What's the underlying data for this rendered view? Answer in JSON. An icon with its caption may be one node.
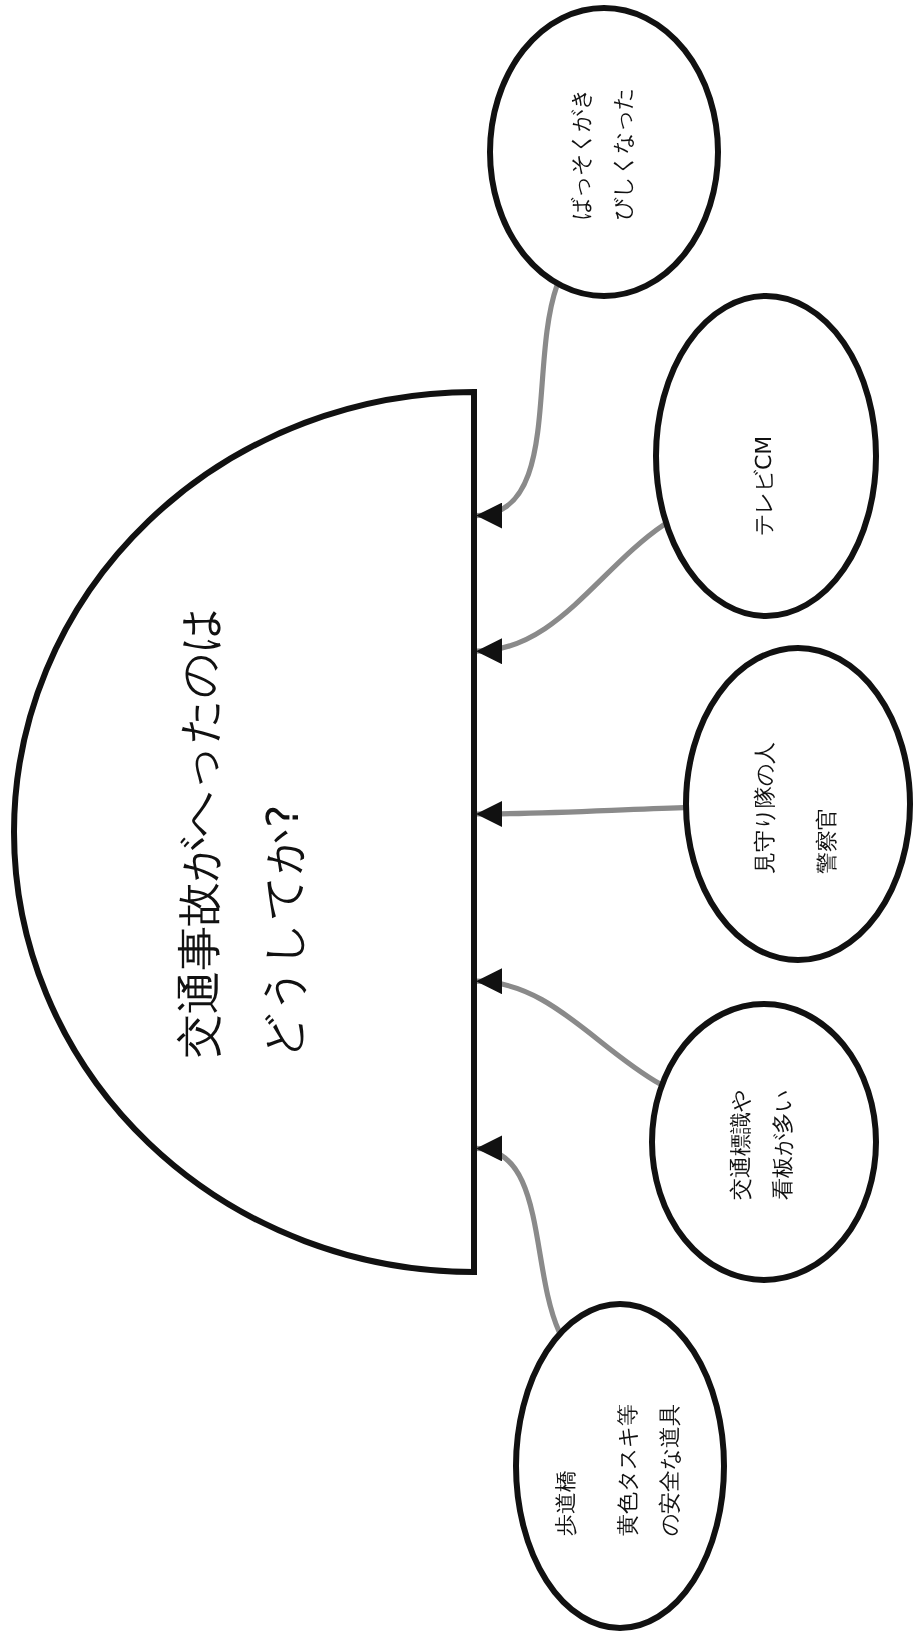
{
  "diagram": {
    "nodes": [
      {
        "text": [
          "交通事故がへったのはどうしてか?"
        ]
      },
      {
        "text": [
          "ばっそくがきびしくなった"
        ]
      },
      {
        "text": [
          "テレビCM"
        ]
      },
      {
        "text": [
          "見守り隊の人",
          "警察官"
        ]
      },
      {
        "text": [
          "交通標識や看板が多い"
        ]
      },
      {
        "text": [
          "歩道橋",
          "黄色タスキ等の安全な道具"
        ]
      }
    ],
    "edges": [
      {
        "from": 1,
        "to": 0,
        "arrow": "to"
      },
      {
        "from": 2,
        "to": 0,
        "arrow": "to"
      },
      {
        "from": 3,
        "to": 0,
        "arrow": "to"
      },
      {
        "from": 4,
        "to": 0,
        "arrow": "to"
      },
      {
        "from": 5,
        "to": 0,
        "arrow": "to"
      }
    ]
  }
}
